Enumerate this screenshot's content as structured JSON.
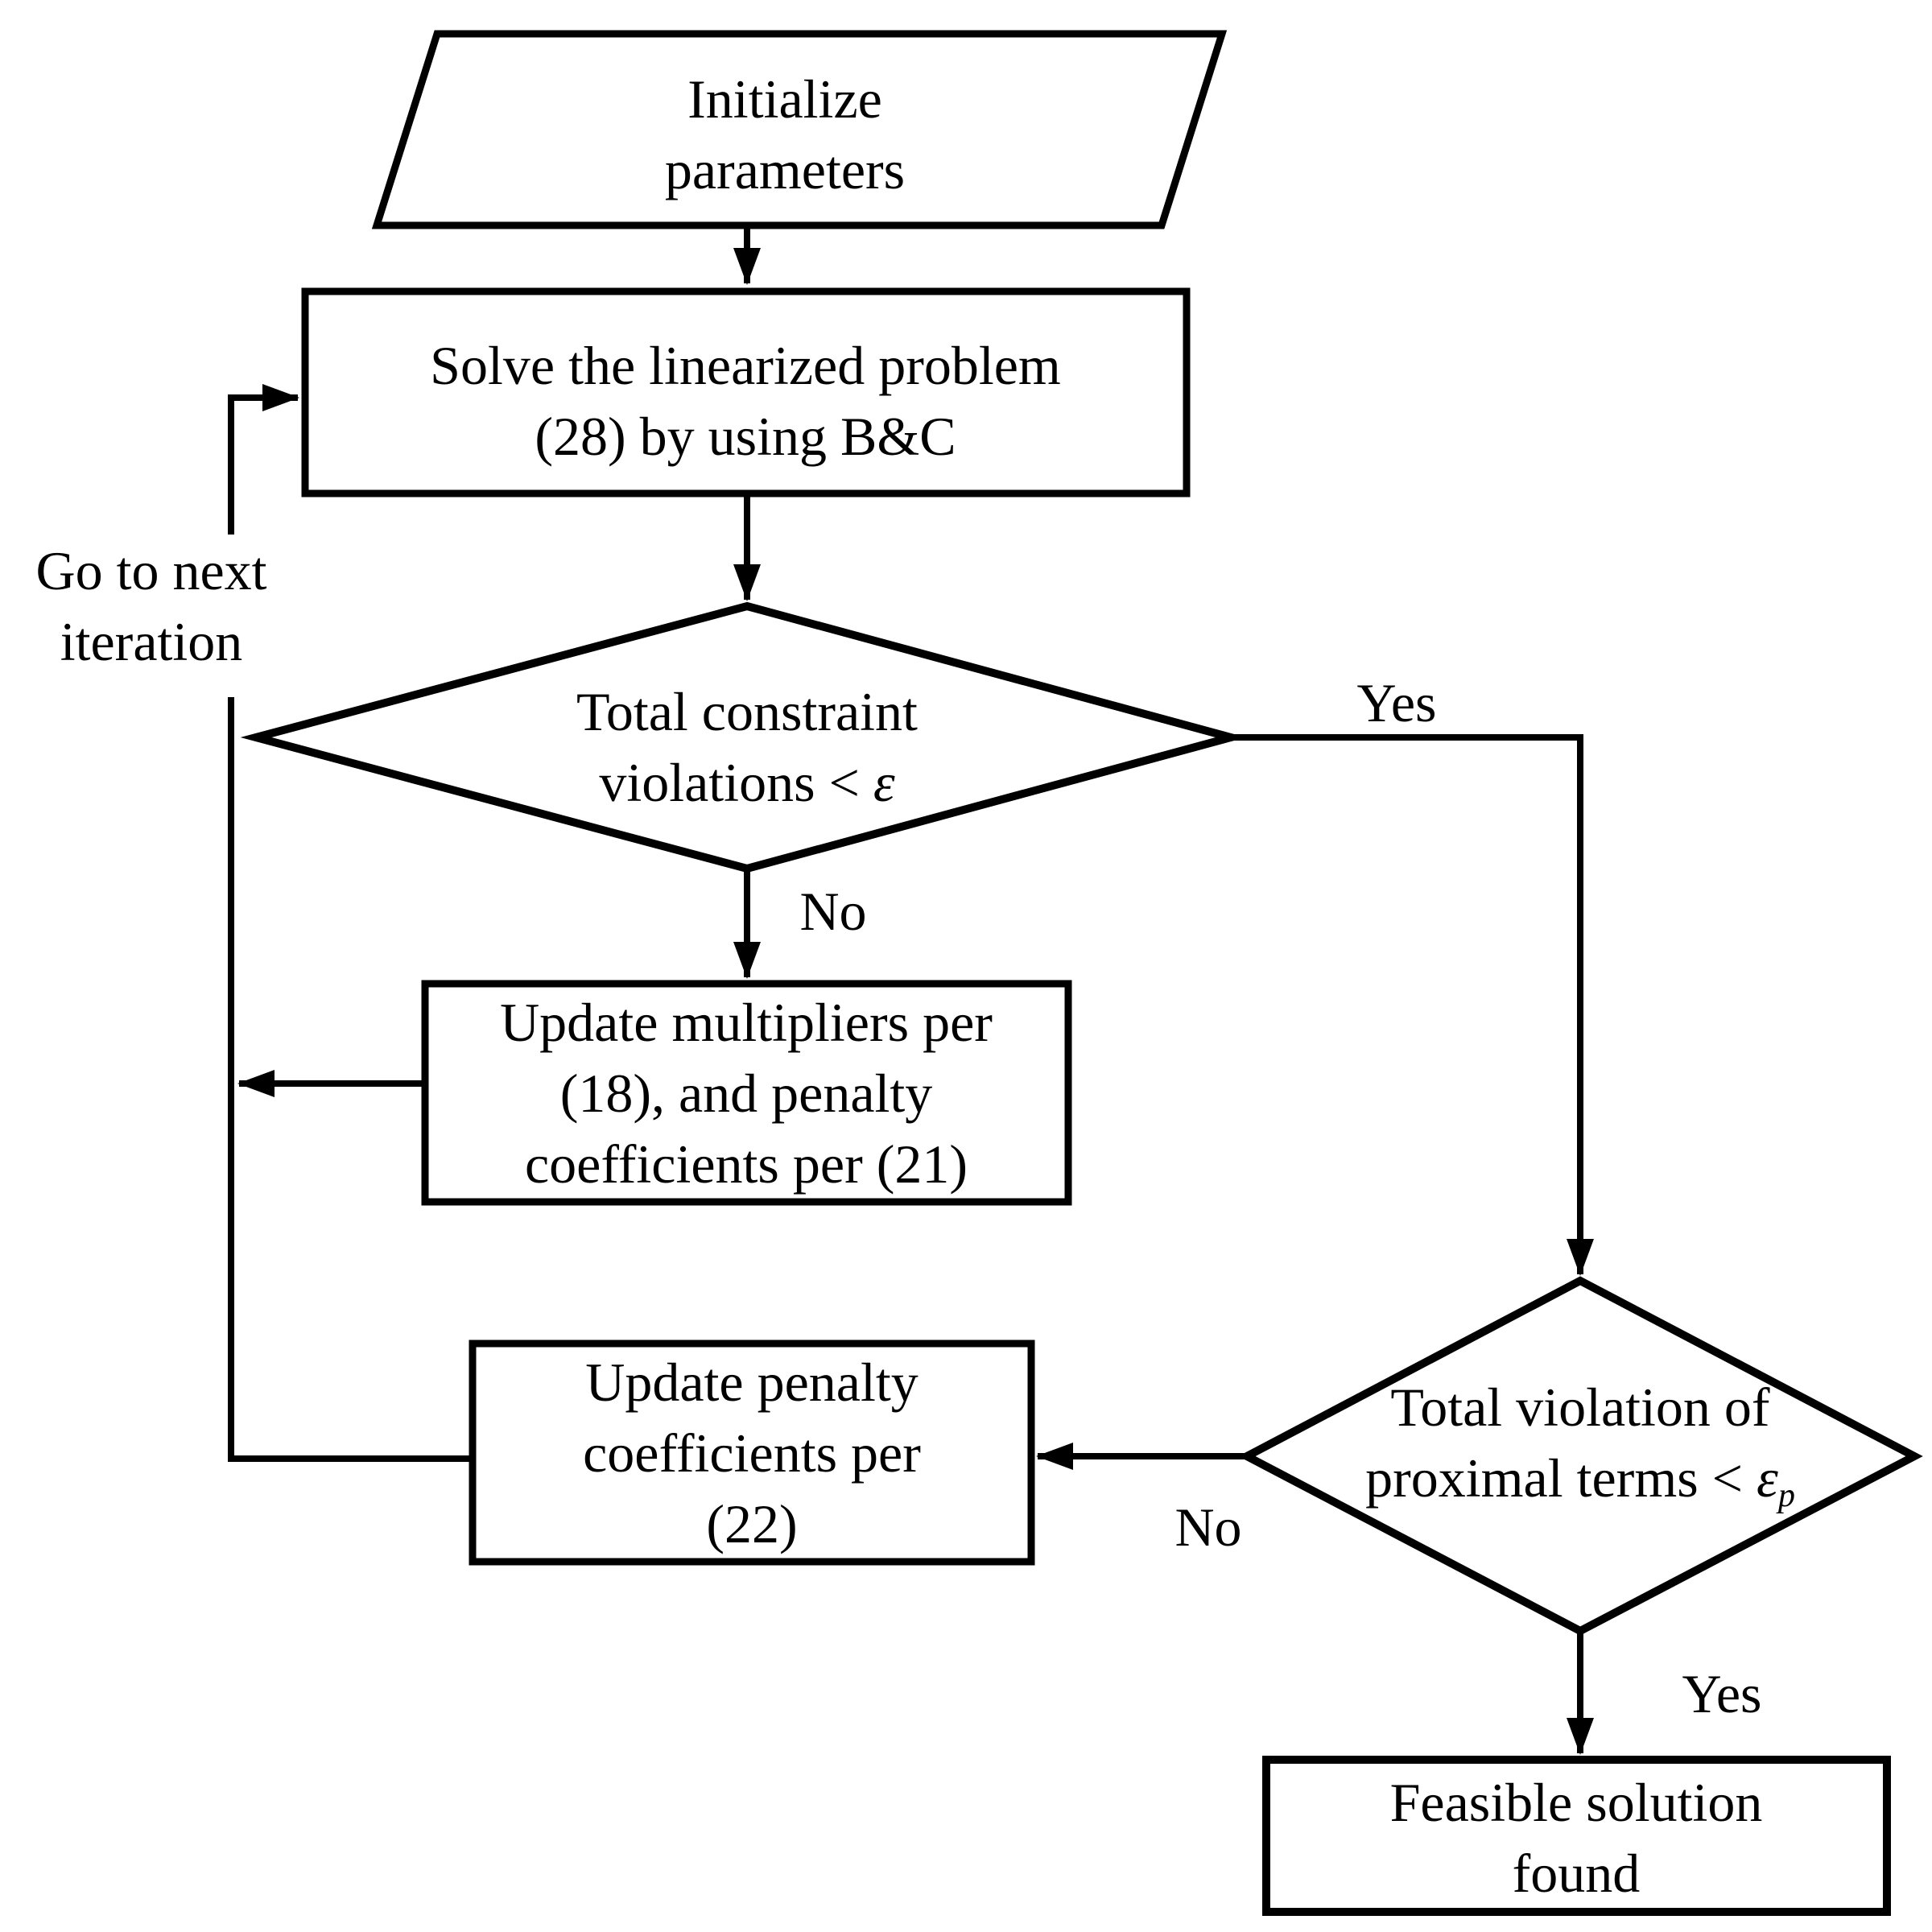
{
  "nodes": {
    "initialize": {
      "shape": "parallelogram",
      "lines": [
        "Initialize",
        "parameters"
      ]
    },
    "solve": {
      "shape": "process",
      "lines": [
        "Solve the linearized problem",
        "(28) by using B&C"
      ]
    },
    "constraint_decision": {
      "shape": "decision",
      "line1": "Total constraint",
      "line2_prefix": "violations < ",
      "line2_epsilon": "ε"
    },
    "update_multipliers": {
      "shape": "process",
      "lines": [
        "Update multipliers per",
        "(18), and penalty",
        "coefficients per (21)"
      ]
    },
    "update_penalty": {
      "shape": "process",
      "lines": [
        "Update penalty",
        "coefficients per",
        "(22)"
      ]
    },
    "proximal_decision": {
      "shape": "decision",
      "line1": "Total violation of",
      "line2_prefix": "proximal terms < ",
      "line2_epsilon": "ε",
      "line2_subscript": "p"
    },
    "feasible": {
      "shape": "terminal",
      "lines": [
        "Feasible solution",
        "found"
      ]
    }
  },
  "edge_labels": {
    "loop_note_lines": [
      "Go to next",
      "iteration"
    ],
    "constraint_yes": "Yes",
    "constraint_no": "No",
    "proximal_yes": "Yes",
    "proximal_no": "No"
  },
  "colors": {
    "stroke": "#000000",
    "background": "#ffffff"
  }
}
